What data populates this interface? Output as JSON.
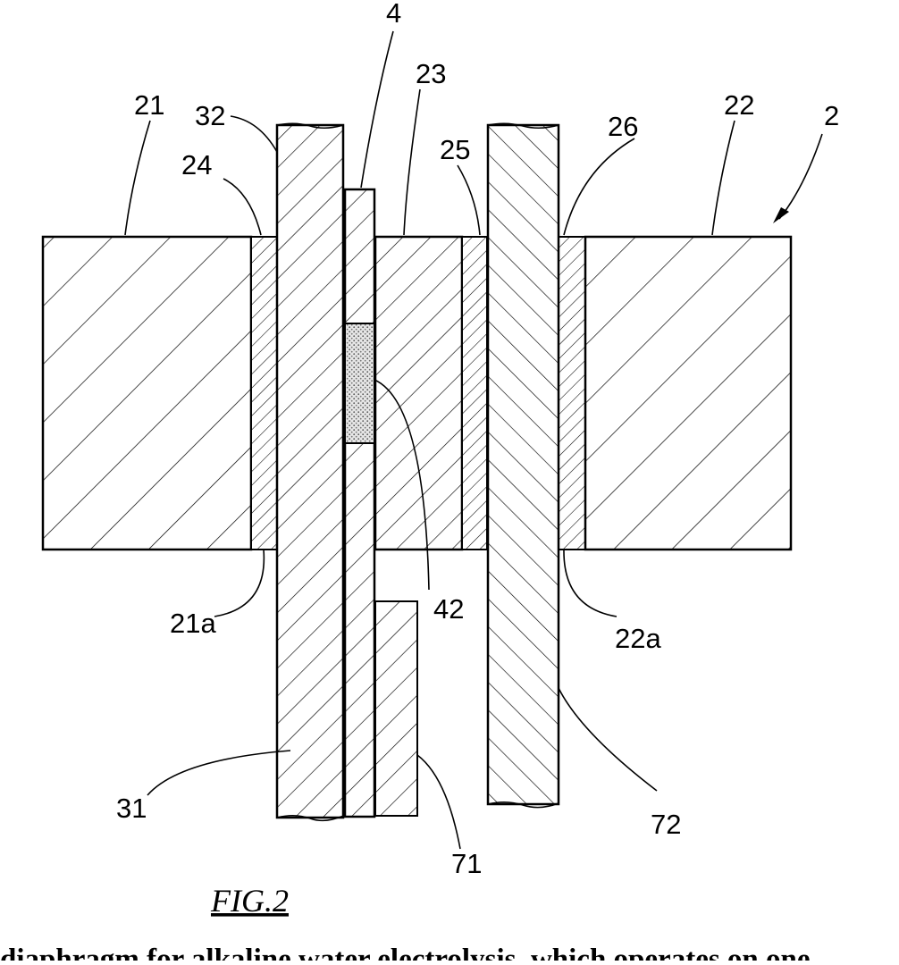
{
  "figure": {
    "caption": "FIG.2",
    "trailing_text": "diaphragm for alkaline water electrolysis, which operates on one"
  },
  "labels": {
    "ref_4": "4",
    "ref_23": "23",
    "ref_21": "21",
    "ref_32": "32",
    "ref_22": "22",
    "ref_2": "2",
    "ref_24": "24",
    "ref_25": "25",
    "ref_26": "26",
    "ref_42": "42",
    "ref_21a": "21a",
    "ref_22a": "22a",
    "ref_31": "31",
    "ref_71": "71",
    "ref_72": "72"
  }
}
